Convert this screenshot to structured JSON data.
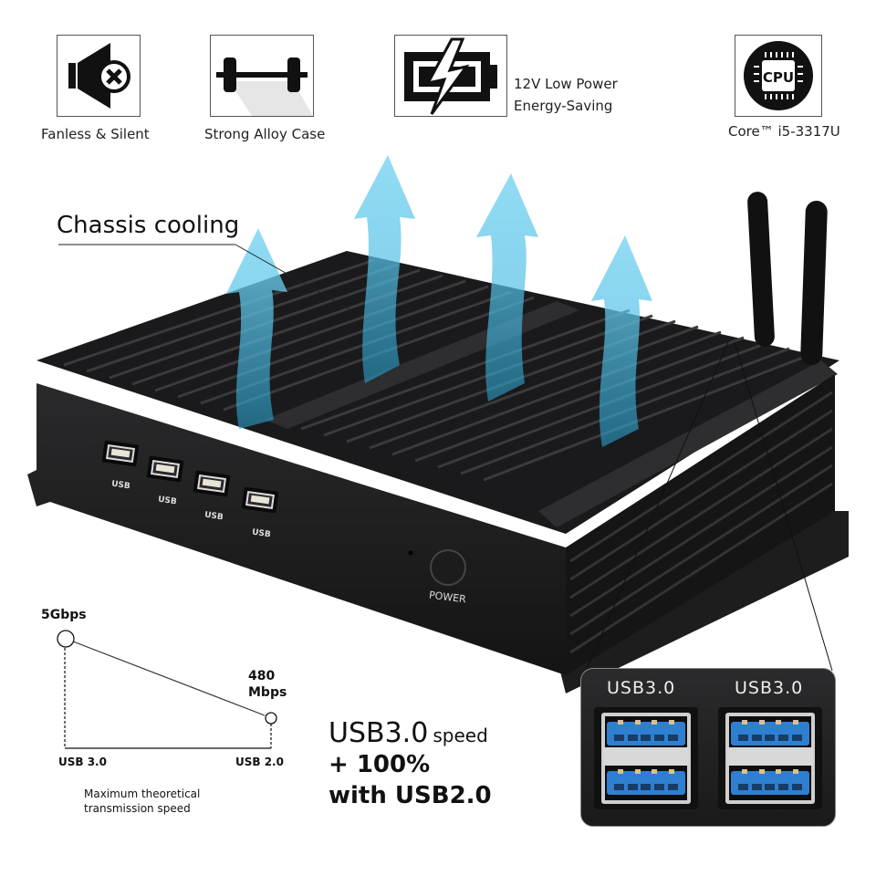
{
  "features": [
    {
      "id": "fanless",
      "icon": "speaker-mute-icon",
      "label": "Fanless & Silent"
    },
    {
      "id": "alloy",
      "icon": "dumbbell-icon",
      "label": "Strong Alloy Case"
    },
    {
      "id": "power",
      "icon": "battery-charging-icon",
      "label_line1": "12V Low Power",
      "label_line2": "Energy-Saving"
    },
    {
      "id": "cpu",
      "icon": "cpu-chip-icon",
      "icon_text": "CPU",
      "label": "Core™ i5-3317U"
    }
  ],
  "callout": {
    "label": "Chassis cooling"
  },
  "device": {
    "front_ports": [
      "USB",
      "USB",
      "USB",
      "USB"
    ],
    "power_label": "POWER",
    "colors": {
      "case": "#1c1c1e",
      "airflow": "#4fc3e8",
      "usb3_blue": "#2f7fd1"
    }
  },
  "chart_data": {
    "type": "line",
    "title": "Maximum theoretical transmission speed",
    "categories": [
      "USB 3.0",
      "USB 2.0"
    ],
    "values": [
      5000,
      480
    ],
    "units": "Mbps",
    "point_labels": [
      "5Gbps",
      "480 Mbps"
    ],
    "point_label_5g": "5Gbps",
    "point_label_480_line1": "480",
    "point_label_480_line2": "Mbps",
    "caption_line1": "Maximum theoretical",
    "caption_line2": "transmission speed",
    "xlabel": "",
    "ylabel": "",
    "grid": false
  },
  "speed_text": {
    "line1_big": "USB3.0",
    "line1_small": "speed",
    "line2": "+ 100%",
    "line3": "with USB2.0"
  },
  "usb_panel": {
    "labels": [
      "USB3.0",
      "USB3.0"
    ]
  }
}
